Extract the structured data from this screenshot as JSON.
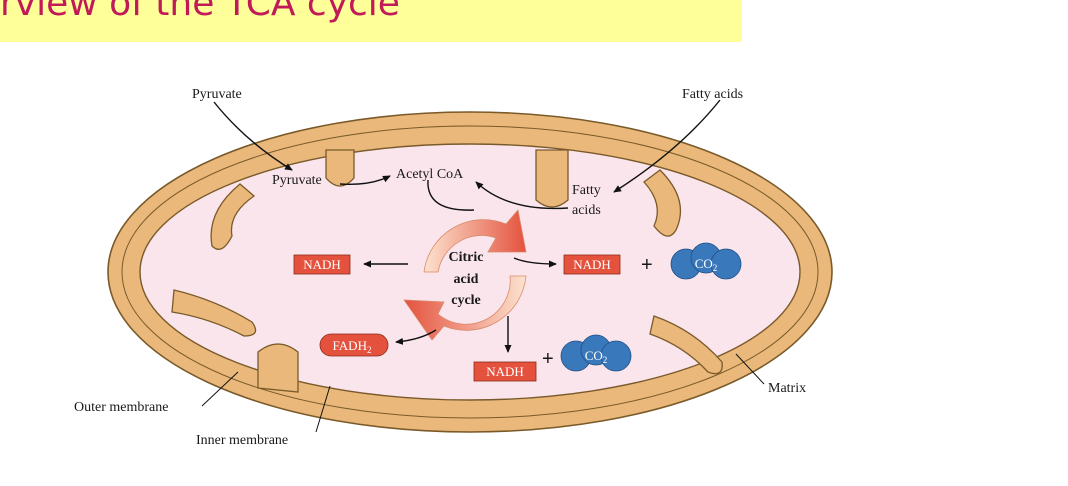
{
  "title": "rview of the TCA cycle",
  "labels": {
    "pyruvate_outside": "Pyruvate",
    "pyruvate_inside": "Pyruvate",
    "fatty_acids_outside": "Fatty acids",
    "fatty_inside_1": "Fatty",
    "fatty_inside_2": "acids",
    "acetyl_coa": "Acetyl CoA",
    "cycle_line1": "Citric",
    "cycle_line2": "acid",
    "cycle_line3": "cycle",
    "nadh_left": "NADH",
    "nadh_right": "NADH",
    "nadh_bottom": "NADH",
    "fadh2": "FADH",
    "fadh2_sub": "2",
    "co2_main": "CO",
    "co2_sub": "2",
    "plus": "+",
    "outer_membrane": "Outer membrane",
    "inner_membrane": "Inner membrane",
    "matrix": "Matrix"
  },
  "colors": {
    "title_bg": "#ffff99",
    "title_text": "#c01a58",
    "membrane": "#e9b87a",
    "matrix": "#fbe5ec",
    "box_red": "#e4523e",
    "co2_blue": "#3a78bc"
  }
}
